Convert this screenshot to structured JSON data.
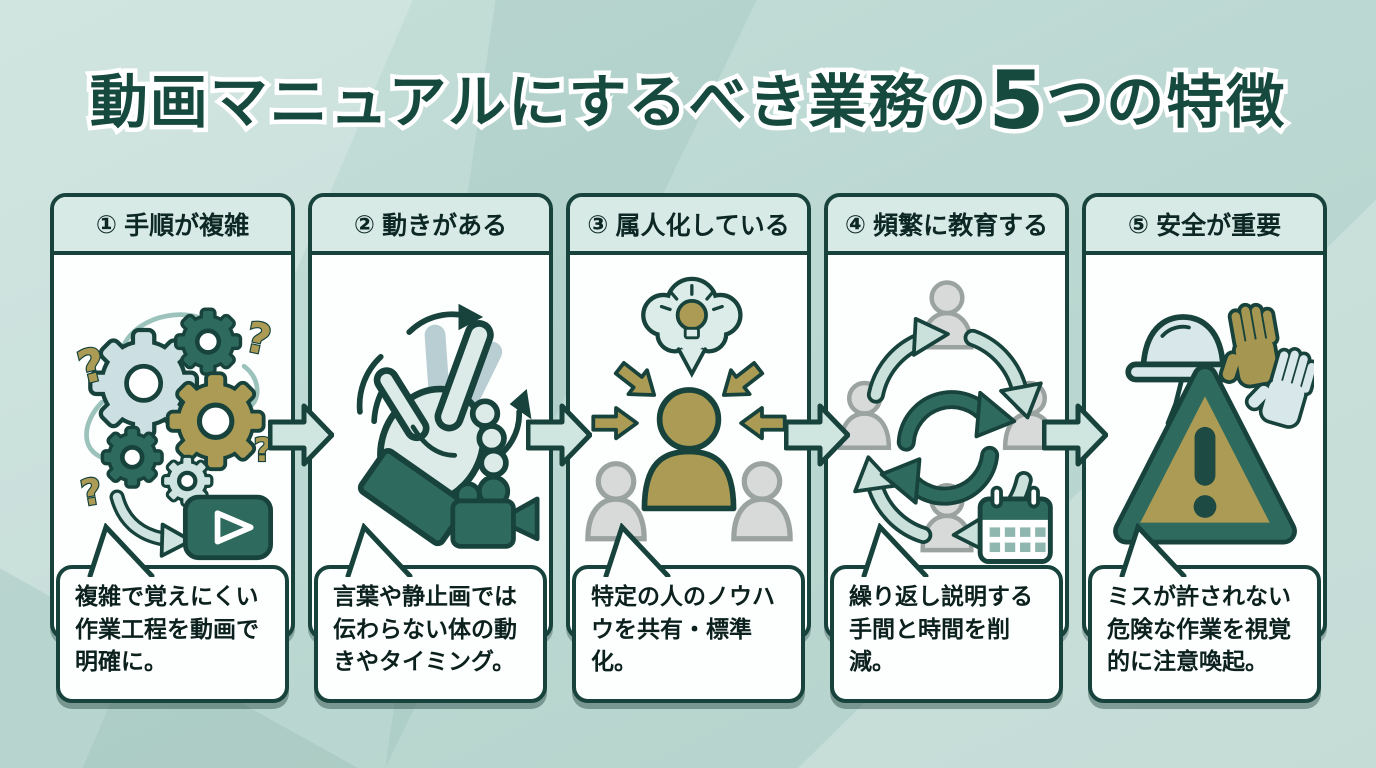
{
  "title": {
    "prefix": "動画マニュアルにするべき業務の",
    "number": "5",
    "suffix": "つの特徴"
  },
  "colors": {
    "background": "#bcd8d2",
    "outline": "#17433c",
    "header_bg": "#d8eae6",
    "accent_teal": "#2e6b5e",
    "accent_gold": "#ab9b54",
    "accent_mint": "#cfe5e0",
    "title_color": "#174a3f",
    "text_dark": "#0c211d"
  },
  "flow": {
    "arrow_direction": "right",
    "arrow_count": 4
  },
  "cards": [
    {
      "number": "①",
      "heading": "手順が複雑",
      "icon": "complex-gears-icon",
      "description": "複雑で覚えにくい作業工程を動画で明確に。"
    },
    {
      "number": "②",
      "heading": "動きがある",
      "icon": "hand-motion-icon",
      "description": "言葉や静止画では伝わらない体の動きやタイミング。"
    },
    {
      "number": "③",
      "heading": "属人化している",
      "icon": "person-knowhow-icon",
      "description": "特定の人のノウハウを共有・標準化。"
    },
    {
      "number": "④",
      "heading": "頻繁に教育する",
      "icon": "training-cycle-icon",
      "description": "繰り返し説明する手間と時間を削減。"
    },
    {
      "number": "⑤",
      "heading": "安全が重要",
      "icon": "safety-warning-icon",
      "description": "ミスが許されない危険な作業を視覚的に注意喚起。"
    }
  ]
}
